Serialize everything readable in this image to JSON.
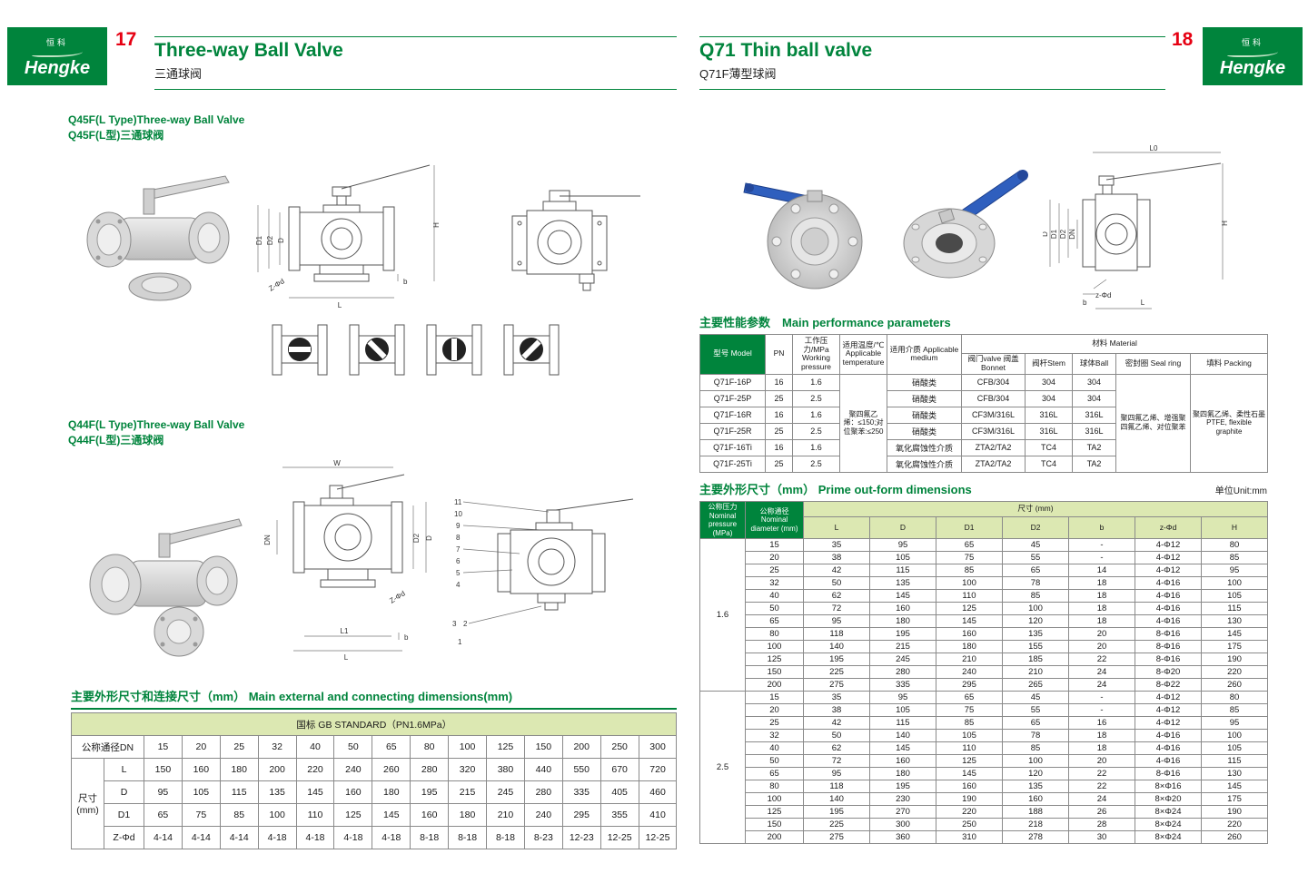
{
  "brand": {
    "name_en": "Hengke",
    "name_cn": "恒科"
  },
  "dim_labels": {
    "H": "H",
    "D": "D",
    "D1": "D1",
    "D2": "D2",
    "DN": "DN",
    "L": "L",
    "L0": "L0",
    "L1": "L1",
    "W": "W",
    "b": "b",
    "Z_phi_d": "Z-Φd",
    "z_phi_d": "z-Φd"
  },
  "part_numbers": [
    "11",
    "10",
    "9",
    "8",
    "7",
    "6",
    "5",
    "4",
    "3",
    "2",
    "1"
  ],
  "left_page": {
    "page_number": "17",
    "title_en": "Three-way Ball Valve",
    "title_cn": "三通球阀",
    "section_q45f_en": "Q45F(L Type)Three-way Ball Valve",
    "section_q45f_cn": "Q45F(L型)三通球阀",
    "section_q44f_en": "Q44F(L Type)Three-way Ball Valve",
    "section_q44f_cn": "Q44F(L型)三通球阀",
    "dim_table": {
      "heading": "主要外形尺寸和连接尺寸（mm） Main external and connecting dimensions(mm)",
      "standard_header": "国标 GB STANDARD（PN1.6MPa）",
      "dn_label": "公称通径DN",
      "size_label": "尺寸 (mm)",
      "dn_values": [
        "15",
        "20",
        "25",
        "32",
        "40",
        "50",
        "65",
        "80",
        "100",
        "125",
        "150",
        "200",
        "250",
        "300"
      ],
      "rows": [
        {
          "label": "L",
          "values": [
            "150",
            "160",
            "180",
            "200",
            "220",
            "240",
            "260",
            "280",
            "320",
            "380",
            "440",
            "550",
            "670",
            "720"
          ]
        },
        {
          "label": "D",
          "values": [
            "95",
            "105",
            "115",
            "135",
            "145",
            "160",
            "180",
            "195",
            "215",
            "245",
            "280",
            "335",
            "405",
            "460"
          ]
        },
        {
          "label": "D1",
          "values": [
            "65",
            "75",
            "85",
            "100",
            "110",
            "125",
            "145",
            "160",
            "180",
            "210",
            "240",
            "295",
            "355",
            "410"
          ]
        },
        {
          "label": "Z-Φd",
          "values": [
            "4-14",
            "4-14",
            "4-14",
            "4-18",
            "4-18",
            "4-18",
            "4-18",
            "8-18",
            "8-18",
            "8-18",
            "8-23",
            "12-23",
            "12-25",
            "12-25"
          ]
        }
      ]
    }
  },
  "right_page": {
    "page_number": "18",
    "title_en": "Q71 Thin ball valve",
    "title_cn": "Q71F薄型球阀",
    "perf_table": {
      "heading": "主要性能参数　Main performance parameters",
      "headers": {
        "model": "型号 Model",
        "pn": "PN",
        "pressure": "工作压力/MPa Working pressure",
        "temperature": "适用温度/℃ Applicable temperature",
        "medium": "适用介质 Applicable medium",
        "material": "材料 Material",
        "bonnet": "阀门valve 阀盖Bonnet",
        "stem": "阀杆Stem",
        "ball": "球体Ball",
        "seal": "密封圈 Seal ring",
        "packing": "填料 Packing"
      },
      "temperature_note": "聚四氟乙烯：≤150;对位聚苯:≤250",
      "seal_note": "聚四氟乙烯、增强聚四氟乙烯、对位聚苯",
      "packing_note": "聚四氟乙烯、柔性石墨 PTFE, flexible graphite",
      "rows": [
        {
          "model": "Q71F-16P",
          "pn": "16",
          "pressure": "1.6",
          "medium": "硝酸类",
          "bonnet": "CFB/304",
          "stem": "304",
          "ball": "304"
        },
        {
          "model": "Q71F-25P",
          "pn": "25",
          "pressure": "2.5",
          "medium": "硝酸类",
          "bonnet": "CFB/304",
          "stem": "304",
          "ball": "304"
        },
        {
          "model": "Q71F-16R",
          "pn": "16",
          "pressure": "1.6",
          "medium": "硝酸类",
          "bonnet": "CF3M/316L",
          "stem": "316L",
          "ball": "316L"
        },
        {
          "model": "Q71F-25R",
          "pn": "25",
          "pressure": "2.5",
          "medium": "硝酸类",
          "bonnet": "CF3M/316L",
          "stem": "316L",
          "ball": "316L"
        },
        {
          "model": "Q71F-16Ti",
          "pn": "16",
          "pressure": "1.6",
          "medium": "氧化腐蚀性介质",
          "bonnet": "ZTA2/TA2",
          "stem": "TC4",
          "ball": "TA2"
        },
        {
          "model": "Q71F-25Ti",
          "pn": "25",
          "pressure": "2.5",
          "medium": "氧化腐蚀性介质",
          "bonnet": "ZTA2/TA2",
          "stem": "TC4",
          "ball": "TA2"
        }
      ]
    },
    "out_table": {
      "heading": "主要外形尺寸（mm） Prime out-form dimensions",
      "unit_note": "单位Unit:mm",
      "headers": {
        "pressure": "公称压力 Nominal pressure (MPa)",
        "diameter": "公称通径 Nominal diameter (mm)",
        "size": "尺寸 (mm)",
        "cols": [
          "L",
          "D",
          "D1",
          "D2",
          "b",
          "z-Φd",
          "H"
        ]
      },
      "groups": [
        {
          "pressure": "1.6",
          "rows": [
            [
              "15",
              "35",
              "95",
              "65",
              "45",
              "-",
              "4-Φ12",
              "80"
            ],
            [
              "20",
              "38",
              "105",
              "75",
              "55",
              "-",
              "4-Φ12",
              "85"
            ],
            [
              "25",
              "42",
              "115",
              "85",
              "65",
              "14",
              "4-Φ12",
              "95"
            ],
            [
              "32",
              "50",
              "135",
              "100",
              "78",
              "18",
              "4-Φ16",
              "100"
            ],
            [
              "40",
              "62",
              "145",
              "110",
              "85",
              "18",
              "4-Φ16",
              "105"
            ],
            [
              "50",
              "72",
              "160",
              "125",
              "100",
              "18",
              "4-Φ16",
              "115"
            ],
            [
              "65",
              "95",
              "180",
              "145",
              "120",
              "18",
              "4-Φ16",
              "130"
            ],
            [
              "80",
              "118",
              "195",
              "160",
              "135",
              "20",
              "8-Φ16",
              "145"
            ],
            [
              "100",
              "140",
              "215",
              "180",
              "155",
              "20",
              "8-Φ16",
              "175"
            ],
            [
              "125",
              "195",
              "245",
              "210",
              "185",
              "22",
              "8-Φ16",
              "190"
            ],
            [
              "150",
              "225",
              "280",
              "240",
              "210",
              "24",
              "8-Φ20",
              "220"
            ],
            [
              "200",
              "275",
              "335",
              "295",
              "265",
              "24",
              "8-Φ22",
              "260"
            ]
          ]
        },
        {
          "pressure": "2.5",
          "rows": [
            [
              "15",
              "35",
              "95",
              "65",
              "45",
              "-",
              "4-Φ12",
              "80"
            ],
            [
              "20",
              "38",
              "105",
              "75",
              "55",
              "-",
              "4-Φ12",
              "85"
            ],
            [
              "25",
              "42",
              "115",
              "85",
              "65",
              "16",
              "4-Φ12",
              "95"
            ],
            [
              "32",
              "50",
              "140",
              "105",
              "78",
              "18",
              "4-Φ16",
              "100"
            ],
            [
              "40",
              "62",
              "145",
              "110",
              "85",
              "18",
              "4-Φ16",
              "105"
            ],
            [
              "50",
              "72",
              "160",
              "125",
              "100",
              "20",
              "4-Φ16",
              "115"
            ],
            [
              "65",
              "95",
              "180",
              "145",
              "120",
              "22",
              "8-Φ16",
              "130"
            ],
            [
              "80",
              "118",
              "195",
              "160",
              "135",
              "22",
              "8×Φ16",
              "145"
            ],
            [
              "100",
              "140",
              "230",
              "190",
              "160",
              "24",
              "8×Φ20",
              "175"
            ],
            [
              "125",
              "195",
              "270",
              "220",
              "188",
              "26",
              "8×Φ24",
              "190"
            ],
            [
              "150",
              "225",
              "300",
              "250",
              "218",
              "28",
              "8×Φ24",
              "220"
            ],
            [
              "200",
              "275",
              "360",
              "310",
              "278",
              "30",
              "8×Φ24",
              "260"
            ]
          ]
        }
      ]
    }
  }
}
